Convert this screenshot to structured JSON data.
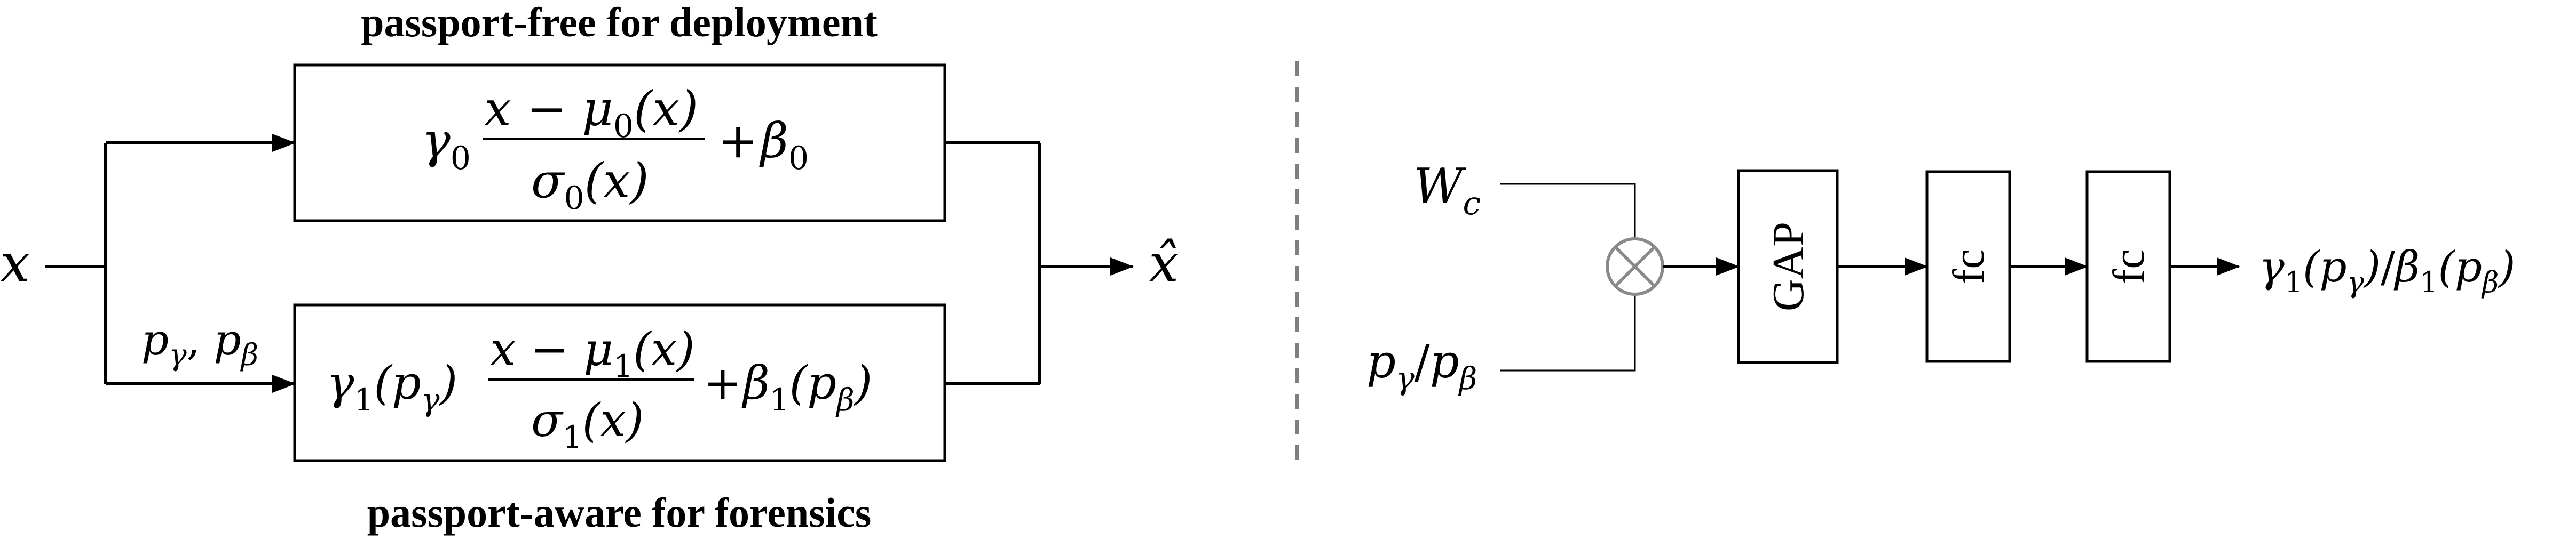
{
  "left_panel": {
    "top_caption": "passport-free for deployment",
    "bottom_caption": "passport-aware for forensics",
    "input_label": "x",
    "output_label": "x̂",
    "branch_label": {
      "p": "p",
      "gamma_sub": "γ",
      "sep": ", ",
      "beta_sub": "β"
    },
    "top_formula": {
      "scale": "γ",
      "scale_sub": "0",
      "numerator_x": "x",
      "numerator_minus": " − ",
      "numerator_mu": "μ",
      "numerator_mu_sub": "0",
      "numerator_arg": "(x)",
      "denominator_sigma": "σ",
      "denominator_sub": "0",
      "denominator_arg": "(x)",
      "plus": "+",
      "shift": "β",
      "shift_sub": "0"
    },
    "bottom_formula": {
      "scale": "γ",
      "scale_sub": "1",
      "scale_arg_open": "(p",
      "scale_arg_sub": "γ",
      "scale_arg_close": ")",
      "numerator_x": "x",
      "numerator_minus": " − ",
      "numerator_mu": "μ",
      "numerator_mu_sub": "1",
      "numerator_arg": "(x)",
      "denominator_sigma": "σ",
      "denominator_sub": "1",
      "denominator_arg": "(x)",
      "plus": "+",
      "shift": "β",
      "shift_sub": "1",
      "shift_arg_open": "(p",
      "shift_arg_sub": "β",
      "shift_arg_close": ")"
    }
  },
  "right_panel": {
    "input_top": {
      "main": "W",
      "sub": "c"
    },
    "input_bottom": {
      "p1": "p",
      "sub1": "γ",
      "slash": "/",
      "p2": "p",
      "sub2": "β"
    },
    "multiply_symbol": "⊗",
    "blocks": [
      "GAP",
      "fc",
      "fc"
    ],
    "output": {
      "gamma": "γ",
      "gamma_sub": "1",
      "open1": "(p",
      "sub1": "γ",
      "close1": ")",
      "slash": "/",
      "beta": "β",
      "beta_sub": "1",
      "open2": "(p",
      "sub2": "β",
      "close2": ")"
    }
  },
  "colors": {
    "line": "#000000",
    "divider": "#7f7f7f",
    "multiplier": "#8a8a8a"
  }
}
